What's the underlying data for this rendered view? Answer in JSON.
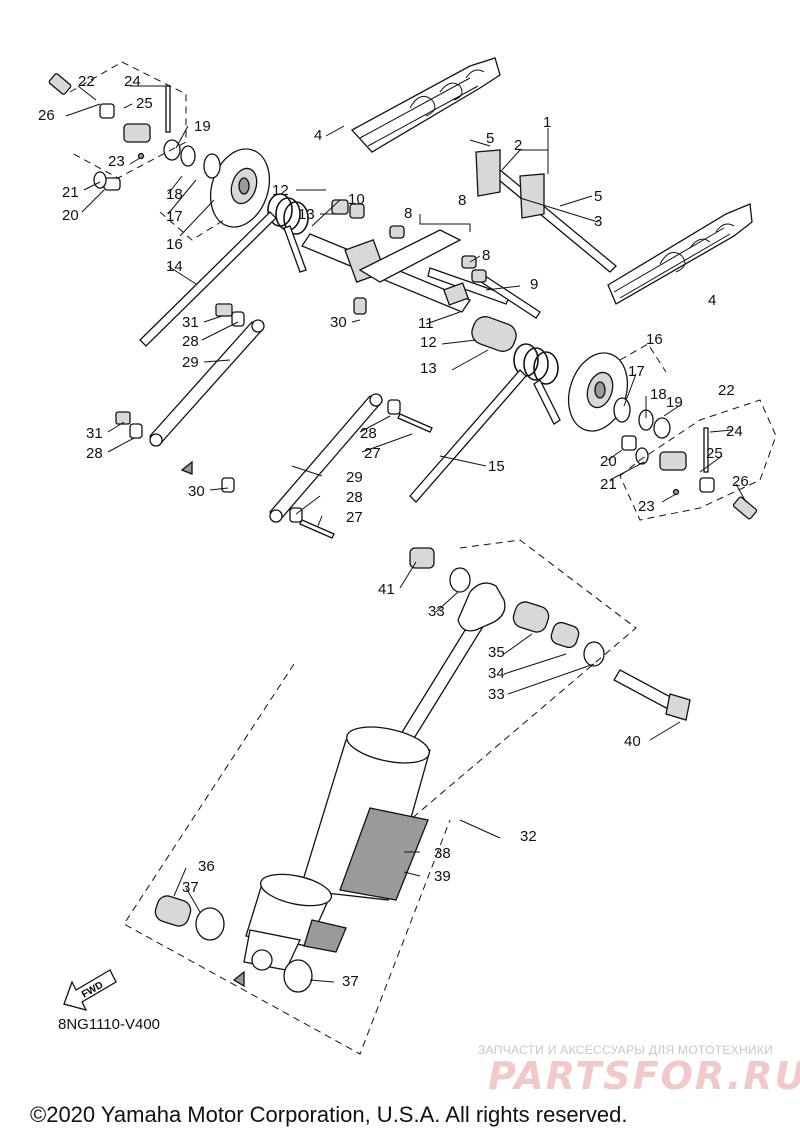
{
  "diagram": {
    "code": "8NG1110-V400",
    "copyright": "©2020 Yamaha Motor Corporation, U.S.A. All rights reserved.",
    "watermark_caption": "ЗАПЧАСТИ И АКСЕССУАРЫ ДЛЯ МОТОТЕХНИКИ",
    "watermark_logo": "PARTSFOR.RU",
    "fwd_label": "FWD",
    "callouts": [
      "1",
      "2",
      "3",
      "4",
      "5",
      "8",
      "9",
      "10",
      "11",
      "12",
      "13",
      "14",
      "15",
      "16",
      "17",
      "18",
      "19",
      "20",
      "21",
      "22",
      "23",
      "24",
      "25",
      "26",
      "27",
      "28",
      "29",
      "30",
      "31",
      "32",
      "33",
      "34",
      "35",
      "36",
      "37",
      "38",
      "39",
      "40",
      "41"
    ]
  }
}
